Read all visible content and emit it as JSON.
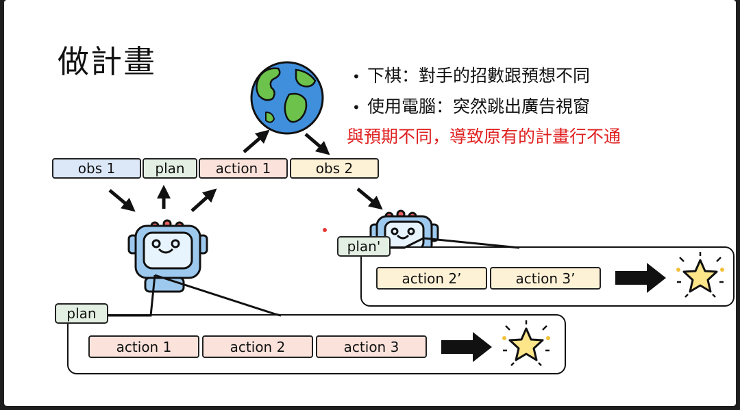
{
  "title": "做計畫",
  "bullets": [
    "下棋：對手的招數跟預想不同",
    "使用電腦：突然跳出廣告視窗"
  ],
  "warning": "與預期不同，導致原有的計畫行不通",
  "top_row": {
    "obs1": "obs 1",
    "plan": "plan",
    "action1": "action 1",
    "obs2": "obs 2"
  },
  "plan_a": {
    "tag": "plan",
    "actions": [
      "action 1",
      "action 2",
      "action 3"
    ]
  },
  "plan_b": {
    "tag": "plan'",
    "actions": [
      "action 2’",
      "action 3’"
    ]
  },
  "colors": {
    "obs_blue": "#dce8f8",
    "plan_green": "#e2efe2",
    "action_pink": "#fbe3dc",
    "action_yellow": "#fdf1d6",
    "warning_red": "#e02020",
    "robot_blue": "#9ec9ee",
    "star_yellow": "#fde58a"
  },
  "icons": [
    "globe-icon",
    "robot-icon",
    "star-icon"
  ]
}
